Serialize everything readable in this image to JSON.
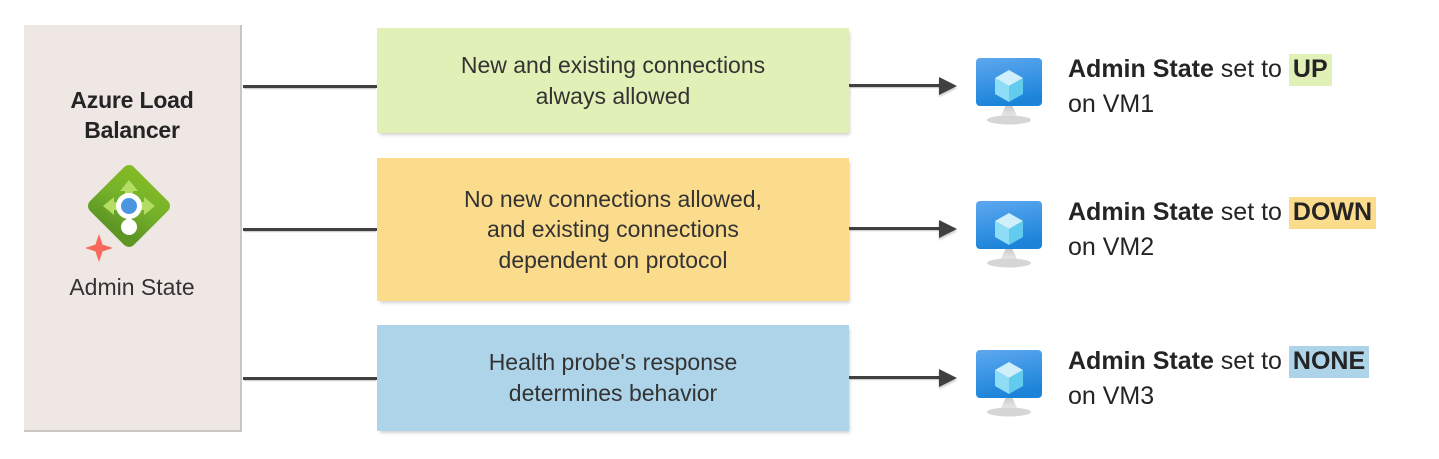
{
  "diagram": {
    "title": "Azure Load Balancer Admin State",
    "load_balancer": {
      "title_line1": "Azure Load",
      "title_line2": "Balancer",
      "icon_name": "azure-load-balancer-icon",
      "sparkle_icon_name": "sparkle-icon",
      "caption": "Admin State",
      "panel_color": "#EFE7E3"
    },
    "rows": [
      {
        "id": "up",
        "description_line1": "New and existing connections",
        "description_line2": "always allowed",
        "description_line3": "",
        "box_color": "#E1F0B6",
        "vm_icon_name": "virtual-machine-icon",
        "label_bold": "Admin State",
        "label_mid": " set to ",
        "label_state": "UP",
        "label_sub": "on VM1",
        "badge_color": "#E1F0B6"
      },
      {
        "id": "down",
        "description_line1": "No new connections allowed,",
        "description_line2": "and existing connections",
        "description_line3": "dependent on protocol",
        "box_color": "#FBDC8C",
        "vm_icon_name": "virtual-machine-icon",
        "label_bold": "Admin State",
        "label_mid": " set to ",
        "label_state": "DOWN",
        "label_sub": "on VM2",
        "badge_color": "#FBDC8C"
      },
      {
        "id": "none",
        "description_line1": "Health probe's response",
        "description_line2": "determines behavior",
        "description_line3": "",
        "box_color": "#AED4EA",
        "vm_icon_name": "virtual-machine-icon",
        "label_bold": "Admin State",
        "label_mid": " set to ",
        "label_state": "NONE",
        "label_sub": "on VM3",
        "badge_color": "#AED4EA"
      }
    ],
    "connector_color": "#404040"
  }
}
